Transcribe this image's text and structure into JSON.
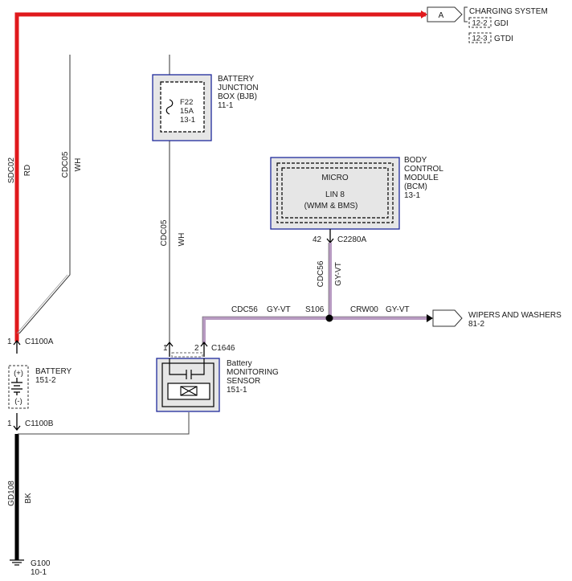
{
  "colors": {
    "red_wire": "#e0191c",
    "black_wire": "#000000",
    "gyvt_wire": "#b89bc2",
    "module_border": "#1f2a9c",
    "module_fill": "#e6e6e6",
    "thin_line": "#444444"
  },
  "charging": {
    "connector_letter": "A",
    "title": "CHARGING SYSTEM",
    "refs": [
      {
        "code": "12-2",
        "label": "GDI"
      },
      {
        "code": "12-3",
        "label": "GTDI"
      }
    ]
  },
  "wires": {
    "sdc02": {
      "circuit": "SDC02",
      "color": "RD"
    },
    "cdc05_left": {
      "circuit": "CDC05",
      "color": "WH"
    },
    "cdc05_mid": {
      "circuit": "CDC05",
      "color": "WH"
    },
    "cdc56_vertical": {
      "circuit": "CDC56",
      "color": "GY-VT"
    },
    "cdc56_horizontal": {
      "circuit": "CDC56",
      "color": "GY-VT"
    },
    "crw00": {
      "circuit": "CRW00",
      "color": "GY-VT"
    },
    "gd108": {
      "circuit": "GD108",
      "color": "BK"
    }
  },
  "bjb": {
    "title_lines": [
      "BATTERY",
      "JUNCTION",
      "BOX (BJB)",
      "11-1"
    ],
    "fuse_lines": [
      "F22",
      "15A",
      "13-1"
    ]
  },
  "bcm": {
    "title_lines": [
      "BODY",
      "CONTROL",
      "MODULE",
      "(BCM)",
      "13-1"
    ],
    "inner_title": "MICRO",
    "inner_lines": [
      "LIN 8",
      "(WMM & BMS)"
    ],
    "pin": "42",
    "connector": "C2280A"
  },
  "splice": {
    "label": "S106"
  },
  "wipers": {
    "title": "WIPERS AND WASHERS",
    "ref": "81-2"
  },
  "battery": {
    "title": "BATTERY",
    "ref": "151-2",
    "plus": "(+)",
    "minus": "(-)",
    "top_pin": "1",
    "top_connector": "C1100A",
    "bottom_pin": "1",
    "bottom_connector": "C1100B"
  },
  "bms": {
    "title_lines": [
      "Battery",
      "MONITORING",
      "SENSOR",
      "151-1"
    ],
    "pin1": "1",
    "pin2": "2",
    "connector": "C1646"
  },
  "ground": {
    "label": "G100",
    "ref": "10-1"
  }
}
